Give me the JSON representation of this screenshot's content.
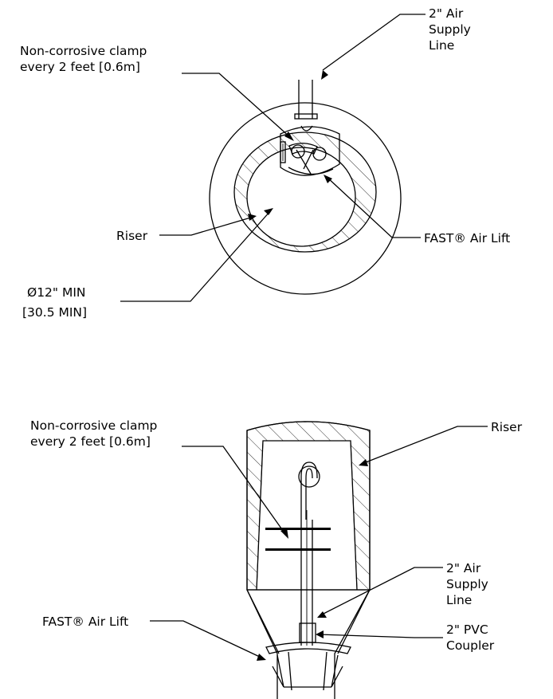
{
  "top_view": {
    "air_supply_line": [
      "2\" Air",
      "Supply",
      "Line"
    ],
    "clamp": [
      "Non-corrosive clamp",
      "every 2 feet [0.6m]"
    ],
    "riser": "Riser",
    "air_lift": "FAST® Air Lift",
    "diameter": [
      "Ø12\" MIN",
      "[30.5 MIN]"
    ]
  },
  "side_view": {
    "clamp": [
      "Non-corrosive clamp",
      "every 2 feet [0.6m]"
    ],
    "riser": "Riser",
    "air_supply_line": [
      "2\" Air",
      "Supply",
      "Line"
    ],
    "air_lift": "FAST® Air Lift",
    "coupler": [
      "2\" PVC",
      "Coupler"
    ]
  }
}
